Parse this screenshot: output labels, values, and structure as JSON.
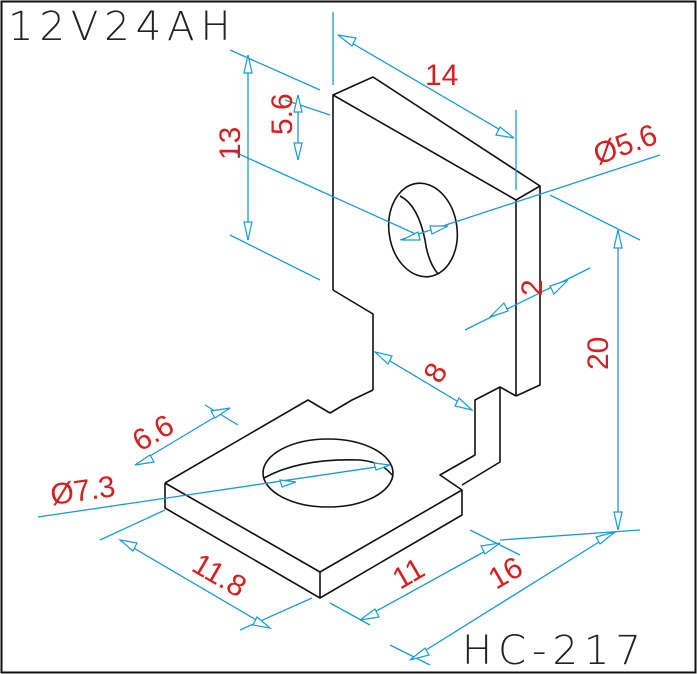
{
  "title_top_left": "12V24AH",
  "title_bottom_right": "HC-217",
  "dimensions": {
    "width_top": "14",
    "hole_offset": "5.6",
    "height_upper": "13",
    "hole_upper_diameter": "Ø5.6",
    "thickness": "2",
    "height_total": "20",
    "step_width": "8",
    "base_hole_offset": "6.6",
    "hole_base_diameter": "Ø7.3",
    "base_depth": "11.8",
    "base_width": "11",
    "overall_width": "16"
  },
  "colors": {
    "outline": "#111111",
    "dimension_lines": "#1a9ad6",
    "dimension_text": "#d42020"
  }
}
